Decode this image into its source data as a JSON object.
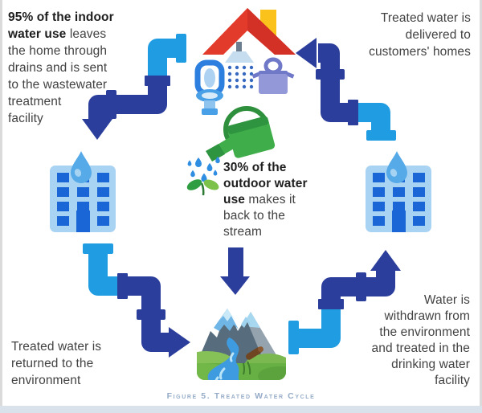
{
  "figure": {
    "caption": "Figure 5. Treated Water Cycle"
  },
  "labels": {
    "indoor_bold": "95% of the indoor\nwater use",
    "indoor_rest": " leaves\nthe home through\ndrains and is sent\nto the wastewater\ntreatment\nfacility",
    "delivered": "Treated water is\ndelivered to\ncustomers' homes",
    "outdoor_bold": "30% of the\noutdoor water\nuse",
    "outdoor_rest": " makes it\nback to the\nstream",
    "returned": "Treated water is\nreturned to the\nenvironment",
    "withdrawn": "Water is\nwithdrawn from\nthe environment\nand treated in the\ndrinking water\nfacility"
  },
  "icons": [
    "house-icon",
    "chimney-icon",
    "toilet-icon",
    "shower-icon",
    "cooking-pot-icon",
    "watering-can-icon",
    "water-drops-icon",
    "sprout-icon",
    "water-drop-icon",
    "treatment-plant-building-icon",
    "drinking-water-facility-building-icon",
    "mountain-stream-icon",
    "pipe-arrow-icon"
  ],
  "colors": {
    "pipe_light_blue": "#209de2",
    "pipe_dark_blue": "#2c3e9c",
    "roof_red": "#e23b2c",
    "chimney_yellow": "#fcc21c",
    "building_body": "#a9d3f3",
    "window_blue": "#1b66d6",
    "water_drop": "#56aae8",
    "can_green": "#3fae4a",
    "mountain_gray": "#576c7c",
    "hill_green": "#66b044",
    "caption_text": "#96acc8",
    "body_text": "#424242"
  }
}
